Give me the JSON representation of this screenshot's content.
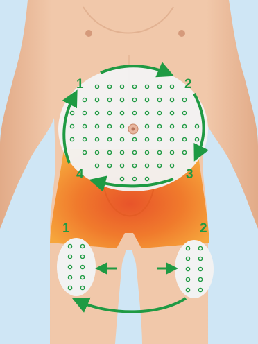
{
  "colors": {
    "background": "#cfe6f5",
    "skin": "#efc3a3",
    "skin_shadow": "#d99f7c",
    "shorts": "#f2862c",
    "shorts_dark": "#e25f1c",
    "patch": "#f2f2f2",
    "dot": "#1f9a43",
    "arrow": "#1f9a43",
    "label": "#1f9a43"
  },
  "abdomen": {
    "labels": {
      "one": "1",
      "two": "2",
      "three": "3",
      "four": "4"
    }
  },
  "thighs": {
    "labels": {
      "left": "1",
      "right": "2"
    }
  }
}
